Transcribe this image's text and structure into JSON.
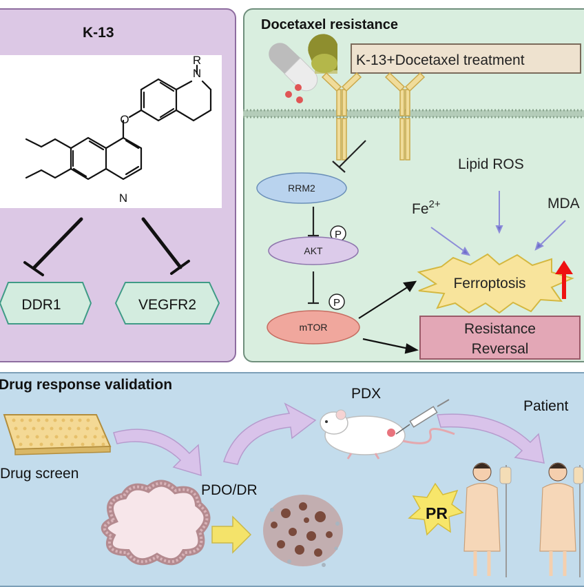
{
  "k13_panel": {
    "title": "K-13",
    "structure_labels": {
      "r_group": "R",
      "nitrogen_ring": "N",
      "oxygen": "O",
      "nitrogen_quinoline": "N"
    },
    "targets": [
      "DDR1",
      "VEGFR2"
    ]
  },
  "resistance_panel": {
    "title": "Docetaxel resistance",
    "treatment_label": "K-13+Docetaxel treatment",
    "nodes": {
      "rrm2": "RRM2",
      "akt": "AKT",
      "mtor": "mTOR"
    },
    "phospho_label": "P",
    "lipid_ros": "Lipid ROS",
    "fe_base": "Fe",
    "fe_sup": "2+",
    "mda": "MDA",
    "ferroptosis": "Ferroptosis",
    "reversal_line1": "Resistance",
    "reversal_line2": "Reversal"
  },
  "validation_panel": {
    "title": "Drug response validation",
    "drug_screen": "Drug screen",
    "pdo": "PDO/DR",
    "pdx": "PDX",
    "patient": "Patient",
    "pr": "PR"
  },
  "colors": {
    "k13_bg": "#dcc8e5",
    "resistance_bg": "#d9eedf",
    "validation_bg": "#c3dcec",
    "target_fill": "#d3ecdf",
    "rrm2_fill": "#b9d3ee",
    "akt_fill": "#dccbea",
    "mtor_fill": "#f0a79d",
    "ferroptosis_fill": "#f8e49c",
    "reversal_fill": "#e3a7b6",
    "up_arrow": "#ee1111"
  }
}
